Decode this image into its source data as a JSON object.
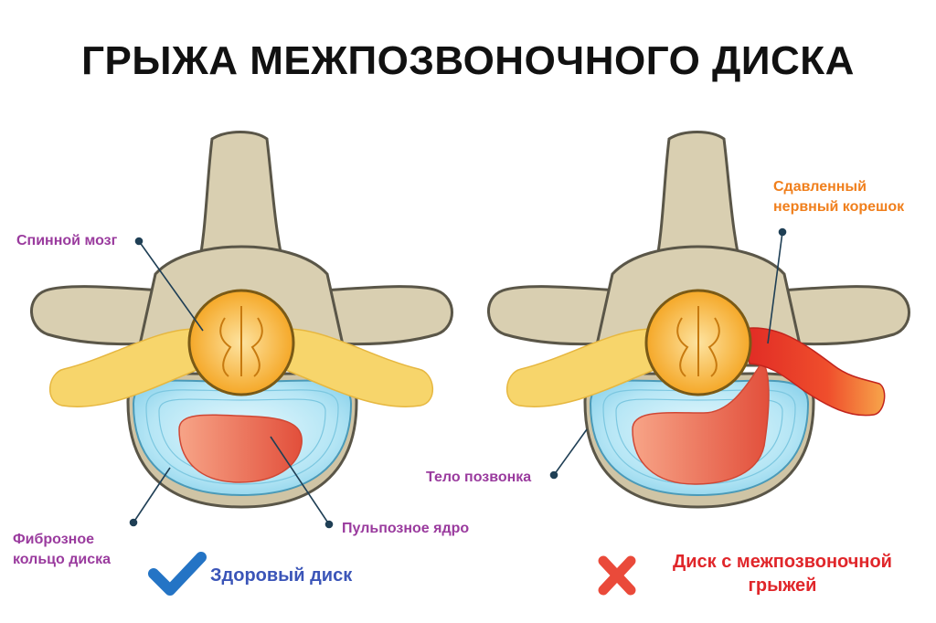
{
  "title": "ГРЫЖА МЕЖПОЗВОНОЧНОГО ДИСКА",
  "labels": {
    "spinal_cord": "Спинной мозг",
    "fibrous_ring_line1": "Фиброзное",
    "fibrous_ring_line2": "кольцо диска",
    "nucleus": "Пульпозное ядро",
    "vertebral_body": "Тело позвонка",
    "compressed_root_line1": "Сдавленный",
    "compressed_root_line2": "нервный корешок"
  },
  "verdicts": {
    "healthy": "Здоровый диск",
    "hernia_line1": "Диск с межпозвоночной",
    "hernia_line2": "грыжей"
  },
  "icons": {
    "healthy": "checkmark-icon",
    "hernia": "cross-icon"
  },
  "colors": {
    "bone": "#d9cfb1",
    "bone_stroke": "#5a5648",
    "nerve": "#f7d56b",
    "spinal_cord": "#f6a620",
    "disc": "#b9e7f5",
    "nucleus": "#ea6a4f",
    "compressed_nerve": "#e8412b",
    "label_purple": "#9a3b9e",
    "label_orange": "#f07f1c",
    "check_blue": "#2474c5",
    "cross_red": "#ea4a3a"
  }
}
